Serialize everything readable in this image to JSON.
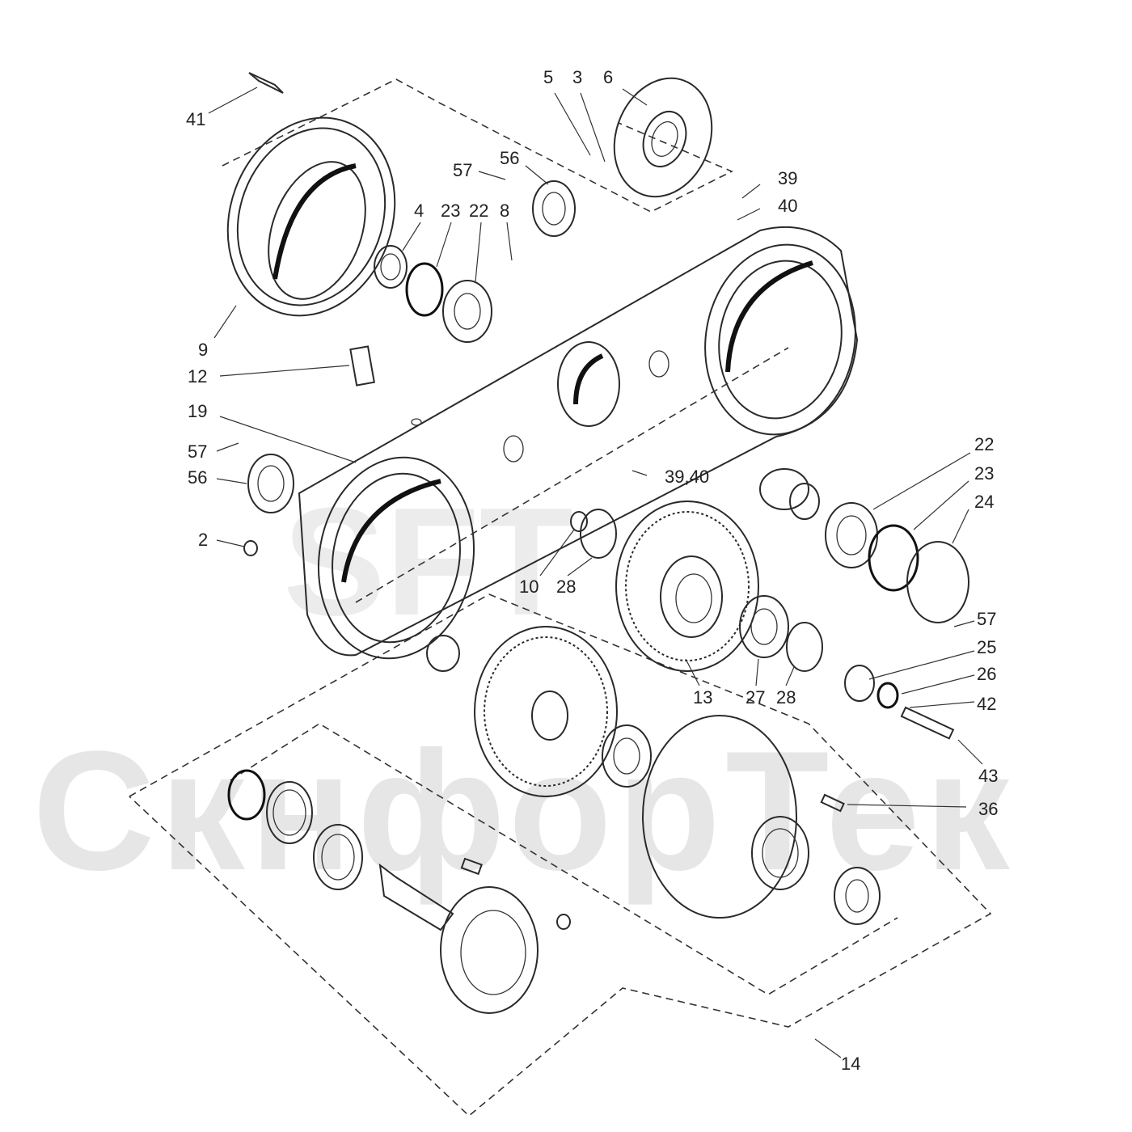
{
  "watermark": {
    "brand": "СкнфорТек",
    "logo": "SFT"
  },
  "callouts": [
    "41",
    "5",
    "3",
    "6",
    "57",
    "56",
    "39",
    "4",
    "23",
    "22",
    "8",
    "40",
    "9",
    "12",
    "19",
    "57",
    "56",
    "39,40",
    "22",
    "23",
    "24",
    "2",
    "10",
    "28",
    "57",
    "25",
    "13",
    "27",
    "28",
    "26",
    "42",
    "43",
    "36",
    "14"
  ]
}
